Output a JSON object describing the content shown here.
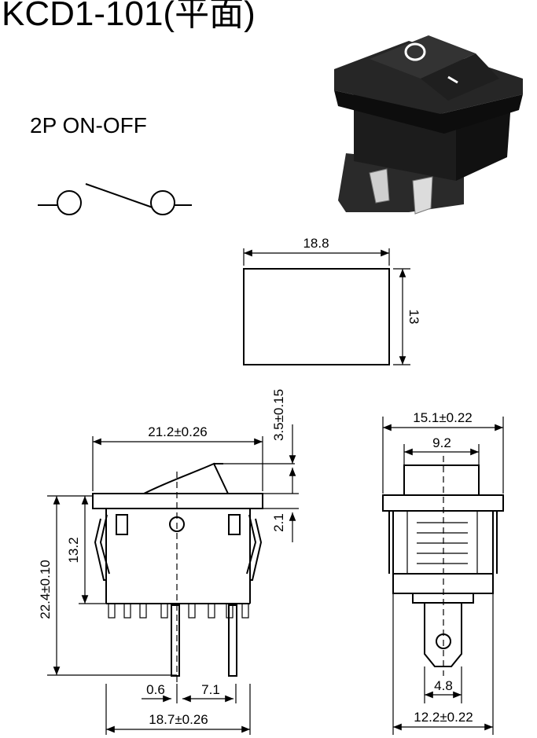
{
  "title": "KCD1-101(平面)",
  "subtitle": "2P   ON-OFF",
  "rocker_legend": {
    "off_symbol": "O",
    "on_symbol": "I"
  },
  "dimensions": {
    "cutout_width": "18.8",
    "cutout_height": "13",
    "bezel_width": "21.2±0.26",
    "rocker_height": "3.5±0.15",
    "bezel_thickness": "2.1",
    "total_height": "22.4±0.10",
    "body_height": "13.2",
    "terminal_offset": "0.6",
    "terminal_pitch": "7.1",
    "body_width_bottom": "18.7±0.26",
    "side_bezel_width": "15.1±0.22",
    "rocker_width": "9.2",
    "terminal_width": "4.8",
    "side_body_width": "12.2±0.22"
  }
}
